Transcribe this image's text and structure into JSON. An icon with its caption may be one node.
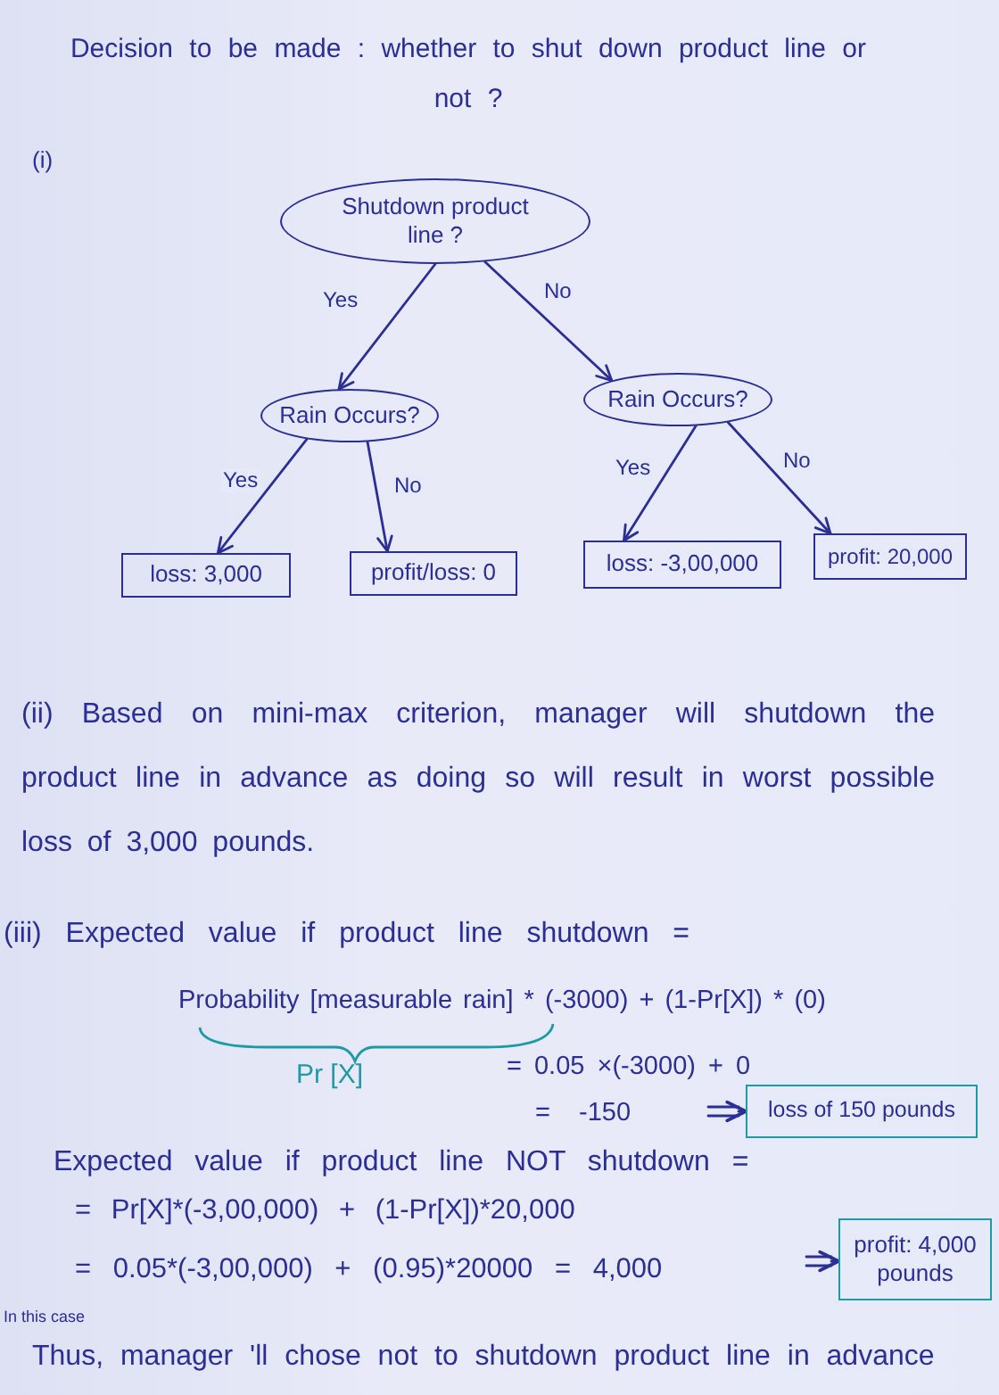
{
  "diagram": {
    "title": "Decision to be made : whether to shut down product line or not ?",
    "nodes": [
      {
        "text": [
          "Shutdown product line ?"
        ]
      },
      {
        "text": [
          "Rain Occurs?"
        ]
      },
      {
        "text": [
          "Rain Occurs?"
        ]
      },
      {
        "text": [
          "loss: 3,000"
        ]
      },
      {
        "text": [
          "profit/loss: 0"
        ]
      },
      {
        "text": [
          "loss: -3,00,000"
        ]
      },
      {
        "text": [
          "profit: 20,000"
        ]
      },
      {
        "text": [
          "loss of 150 pounds"
        ]
      },
      {
        "text": [
          "profit: 4,000 pounds"
        ]
      }
    ],
    "edges": [
      {
        "from": 0,
        "to": 1,
        "arrow": "to",
        "label": "Yes"
      },
      {
        "from": 0,
        "to": 2,
        "arrow": "to",
        "label": "No"
      },
      {
        "from": 1,
        "to": 3,
        "arrow": "to",
        "label": "Yes"
      },
      {
        "from": 1,
        "to": 4,
        "arrow": "to",
        "label": "No"
      },
      {
        "from": 2,
        "to": 5,
        "arrow": "to",
        "label": "Yes"
      },
      {
        "from": 2,
        "to": 6,
        "arrow": "to",
        "label": "No"
      },
      {
        "from": null,
        "to": 7,
        "arrow": "to"
      },
      {
        "from": null,
        "to": 8,
        "arrow": "to"
      }
    ],
    "labels": [
      "(i)",
      "(ii) Based on mini-max criterion, manager will shutdown the product line in advance as doing so will result in worst possible loss of 3,000 pounds.",
      "(iii) Expected value if product line shutdown =",
      "Probability [measurable rain] * (-3000) + (1-Pr[X]) * (0)",
      "Pr [X]",
      "= 0.05 ×(-3000) + 0",
      "= -150",
      "Expected value if product line NOT shutdown =",
      "= Pr[X]*(-3,00,000) + (1-Pr[X])*20,000",
      "= 0.05*(-3,00,000) + (0.95)*20000 = 4,000",
      "In this case",
      "Thus, manager 'll chose not to shutdown product line in advance"
    ]
  }
}
